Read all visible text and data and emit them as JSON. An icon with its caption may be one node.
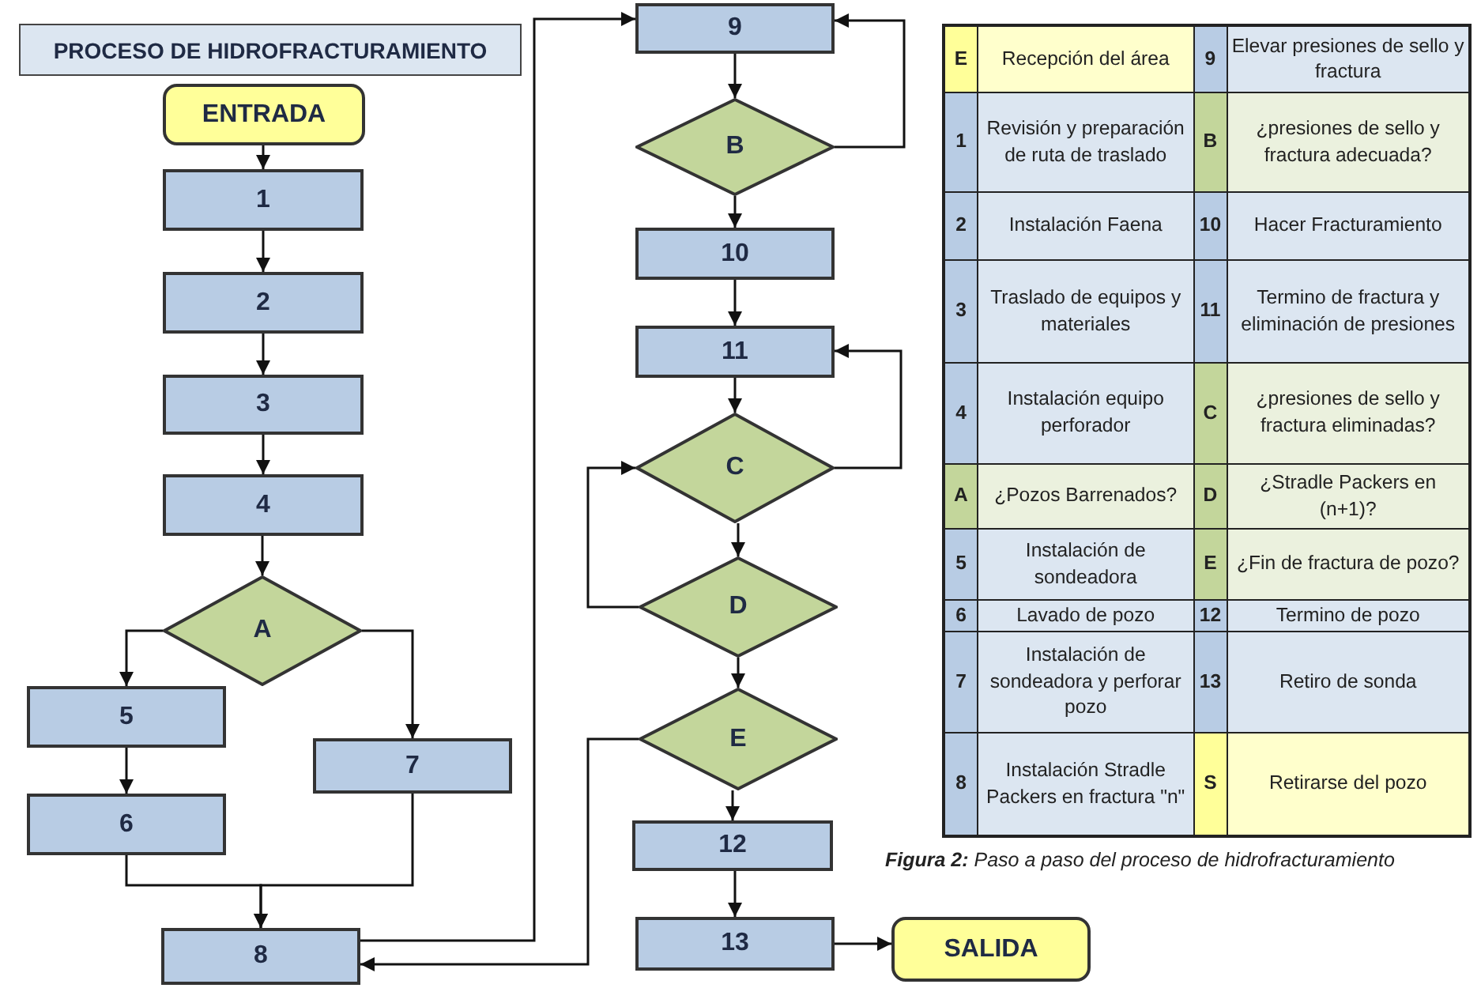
{
  "diagram": {
    "title": "PROCESO DE HIDROFRACTURAMIENTO",
    "caption": "**Figura 2:** Paso a paso del proceso de hidrofracturamiento",
    "nodes": [
      {
        "text": [
          "ENTRADA"
        ]
      },
      {
        "text": [
          "1"
        ]
      },
      {
        "text": [
          "2"
        ]
      },
      {
        "text": [
          "3"
        ]
      },
      {
        "text": [
          "4"
        ]
      },
      {
        "text": [
          "A"
        ]
      },
      {
        "text": [
          "5"
        ]
      },
      {
        "text": [
          "6"
        ]
      },
      {
        "text": [
          "7"
        ]
      },
      {
        "text": [
          "8"
        ]
      },
      {
        "text": [
          "9"
        ]
      },
      {
        "text": [
          "B"
        ]
      },
      {
        "text": [
          "10"
        ]
      },
      {
        "text": [
          "11"
        ]
      },
      {
        "text": [
          "C"
        ]
      },
      {
        "text": [
          "D"
        ]
      },
      {
        "text": [
          "E"
        ]
      },
      {
        "text": [
          "12"
        ]
      },
      {
        "text": [
          "13"
        ]
      },
      {
        "text": [
          "SALIDA"
        ]
      }
    ],
    "edges": [
      {
        "from": 0,
        "to": 1,
        "arrow": "to"
      },
      {
        "from": 1,
        "to": 2,
        "arrow": "to"
      },
      {
        "from": 2,
        "to": 3,
        "arrow": "to"
      },
      {
        "from": 3,
        "to": 4,
        "arrow": "to"
      },
      {
        "from": 4,
        "to": 5,
        "arrow": "to"
      },
      {
        "from": 5,
        "to": 6,
        "arrow": "to"
      },
      {
        "from": 5,
        "to": 8,
        "arrow": "to"
      },
      {
        "from": 6,
        "to": 7,
        "arrow": "to"
      },
      {
        "from": 7,
        "to": 9,
        "arrow": "to"
      },
      {
        "from": 8,
        "to": 9,
        "arrow": "to"
      },
      {
        "from": 9,
        "to": 10,
        "arrow": "to"
      },
      {
        "from": 10,
        "to": 11,
        "arrow": "to"
      },
      {
        "from": 11,
        "to": 10,
        "arrow": "to"
      },
      {
        "from": 11,
        "to": 12,
        "arrow": "to"
      },
      {
        "from": 12,
        "to": 13,
        "arrow": "to"
      },
      {
        "from": 13,
        "to": 14,
        "arrow": "to"
      },
      {
        "from": 14,
        "to": 13,
        "arrow": "to"
      },
      {
        "from": 14,
        "to": 15,
        "arrow": "to"
      },
      {
        "from": 15,
        "to": 14,
        "arrow": "to"
      },
      {
        "from": 15,
        "to": 16,
        "arrow": "to"
      },
      {
        "from": 16,
        "to": 9,
        "arrow": "to"
      },
      {
        "from": 16,
        "to": 17,
        "arrow": "to"
      },
      {
        "from": 17,
        "to": 18,
        "arrow": "to"
      },
      {
        "from": 18,
        "to": 19,
        "arrow": "to"
      }
    ],
    "labels": [
      "E",
      "Recepción del área",
      "9",
      "Elevar presiones de sello y fractura",
      "1",
      "Revisión y preparación de ruta de traslado",
      "B",
      "¿presiones de sello y fractura adecuada?",
      "2",
      "Instalación Faena",
      "10",
      "Hacer Fracturamiento",
      "3",
      "Traslado de equipos y materiales",
      "11",
      "Termino de fractura y eliminación de presiones",
      "4",
      "Instalación equipo perforador",
      "C",
      "¿presiones de sello y fractura eliminadas?",
      "A",
      "¿Pozos Barrenados?",
      "D",
      "¿Stradle Packers en (n+1)?",
      "5",
      "Instalación de sondeadora",
      "E",
      "¿Fin de fractura de pozo?",
      "6",
      "Lavado de pozo",
      "12",
      "Termino de pozo",
      "7",
      "Instalación de sondeadora y perforar pozo",
      "13",
      "Retiro de sonda",
      "8",
      "Instalación Stradle Packers en fractura \"n\"",
      "S",
      "Retirarse del pozo"
    ]
  }
}
